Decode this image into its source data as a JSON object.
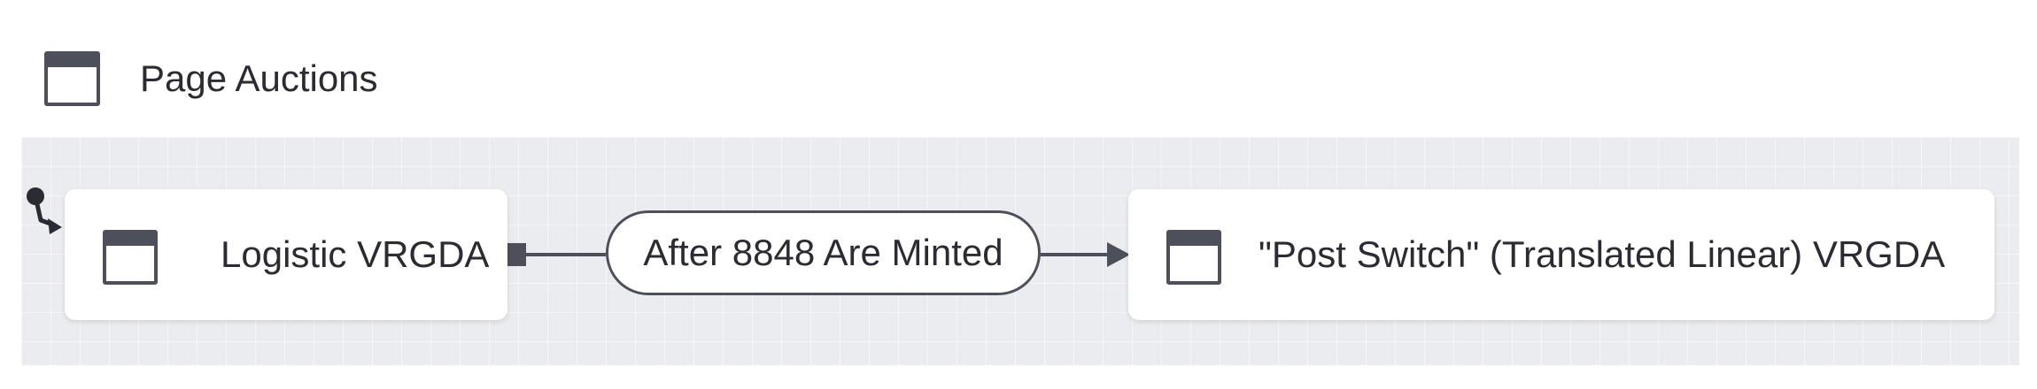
{
  "header": {
    "title": "Page Auctions",
    "icon": "page-icon"
  },
  "nodes": [
    {
      "id": "logistic",
      "label": "Logistic VRGDA",
      "icon": "page-icon"
    },
    {
      "id": "post_switch",
      "label": "\"Post Switch\" (Translated Linear) VRGDA",
      "icon": "page-icon"
    }
  ],
  "transition": {
    "label": "After 8848 Are Minted"
  },
  "colors": {
    "canvas": "#ebecef",
    "stroke": "#4d4f5a",
    "node": "#ffffff",
    "text": "#2b2b33"
  }
}
